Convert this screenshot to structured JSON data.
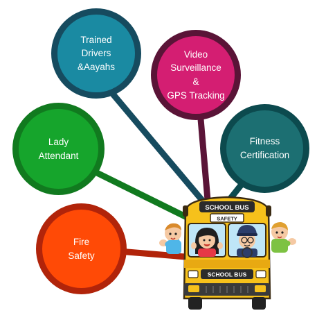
{
  "bubbles": {
    "trained": {
      "label": "Trained\nDrivers\n&Aayahs"
    },
    "video": {
      "label": "Video\nSurveillance\n&\nGPS Tracking"
    },
    "fitness": {
      "label": "Fitness\nCertification"
    },
    "lady": {
      "label": "Lady\nAttendant"
    },
    "fire": {
      "label": "Fire\nSafety"
    }
  },
  "bus": {
    "sign": "SCHOOL BUS",
    "safety": "SAFETY",
    "front_sign": "SCHOOL BUS"
  },
  "colors": {
    "trained": "#1a8aa2",
    "video": "#d41e72",
    "fitness": "#1c6f72",
    "lady": "#16a52c",
    "fire": "#ff4a06",
    "bus_yellow": "#f6c11b"
  }
}
